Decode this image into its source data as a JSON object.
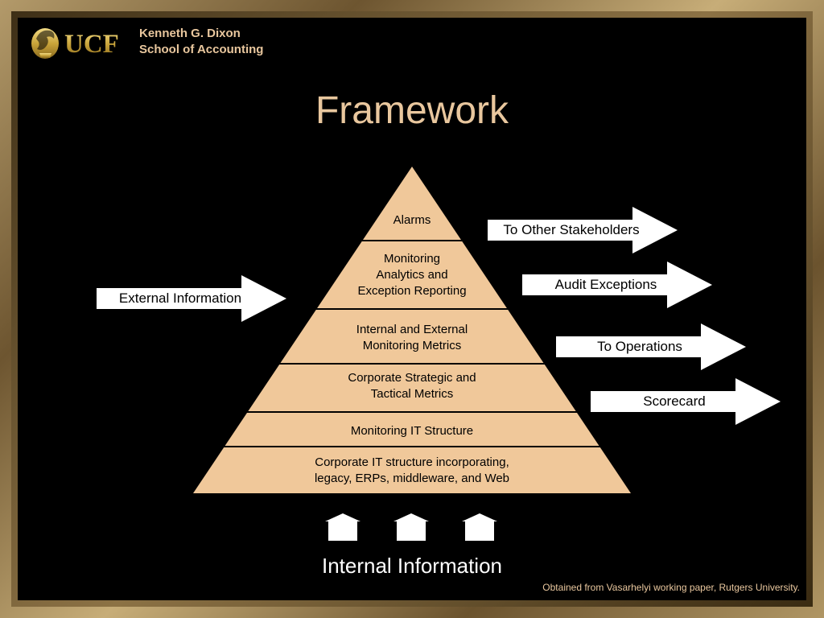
{
  "header": {
    "logo_text": "UCF",
    "school_line1": "Kenneth G. Dixon",
    "school_line2": "School of Accounting"
  },
  "title": "Framework",
  "pyramid": {
    "tiers": [
      {
        "label": "Alarms"
      },
      {
        "label": "Monitoring\nAnalytics and\nException Reporting"
      },
      {
        "label": "Internal and External\nMonitoring Metrics"
      },
      {
        "label": "Corporate Strategic and\nTactical Metrics"
      },
      {
        "label": "Monitoring IT Structure"
      },
      {
        "label": "Corporate IT structure incorporating,\nlegacy, ERPs, middleware, and Web"
      }
    ]
  },
  "inputs": {
    "external": "External Information",
    "internal": "Internal Information"
  },
  "outputs": [
    "To Other Stakeholders",
    "Audit Exceptions",
    "To Operations",
    "Scorecard"
  ],
  "source_note": "Obtained from Vasarhelyi working paper, Rutgers University.",
  "colors": {
    "pyramid_fill": "#f0c89a",
    "accent_text": "#e9c79e",
    "background": "#000000"
  }
}
